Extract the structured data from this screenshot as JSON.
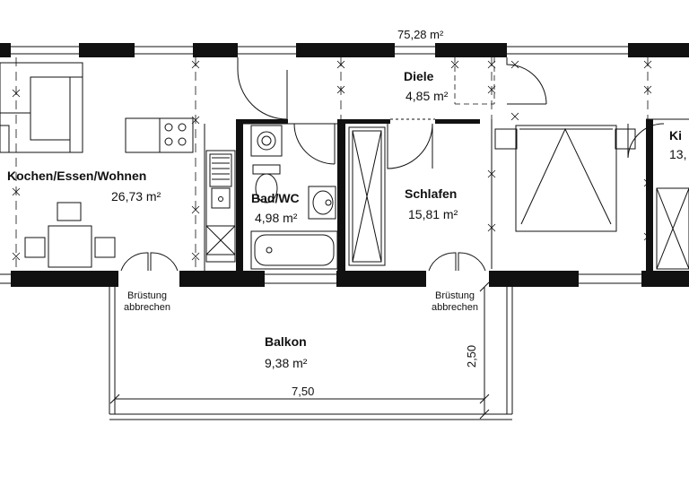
{
  "plan": {
    "total_area": "75,28 m²",
    "rooms": {
      "kochen": {
        "name": "Kochen/Essen/Wohnen",
        "area": "26,73 m²"
      },
      "bad": {
        "name": "Bad/WC",
        "area": "4,98 m²"
      },
      "diele": {
        "name": "Diele",
        "area": "4,85 m²"
      },
      "schlafen": {
        "name": "Schlafen",
        "area": "15,81 m²"
      },
      "kind": {
        "name": "Ki",
        "area": "13,"
      },
      "balkon": {
        "name": "Balkon",
        "area": "9,38 m²"
      }
    },
    "notes": {
      "bruestung_left": [
        "Brüstung",
        "abbrechen"
      ],
      "bruestung_right": [
        "Brüstung",
        "abbrechen"
      ]
    },
    "dimensions": {
      "balkon_width": "7,50",
      "balkon_depth": "2,50"
    }
  }
}
